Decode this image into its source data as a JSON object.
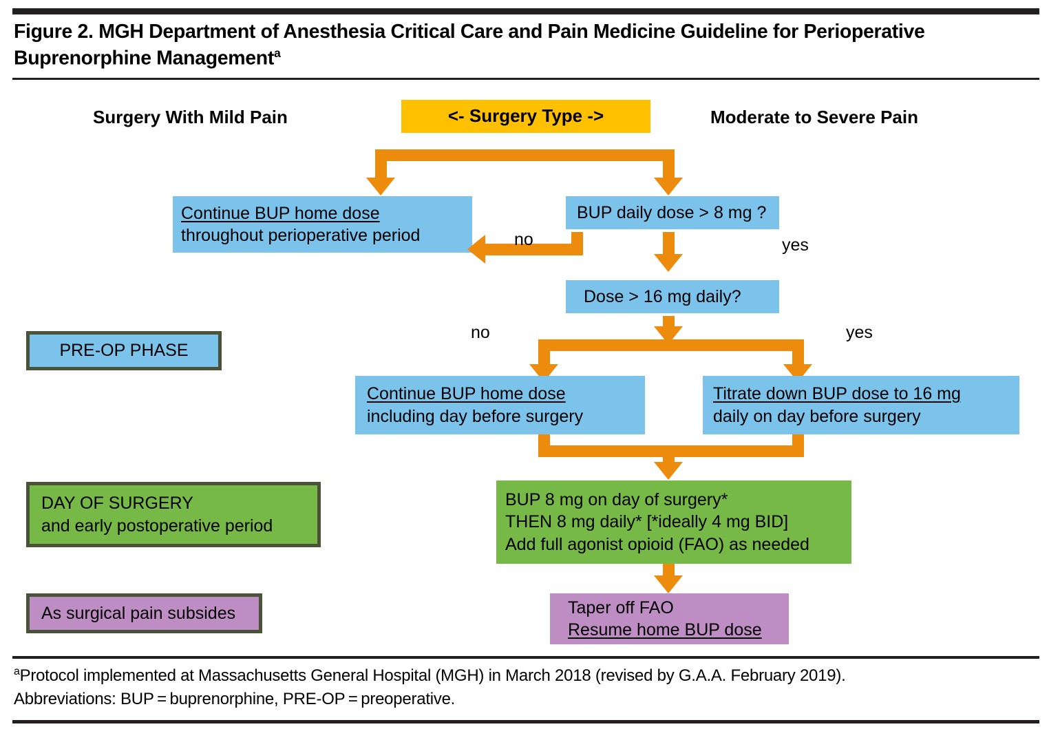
{
  "figure": {
    "title_line1": "Figure 2. MGH Department of Anesthesia Critical Care and Pain Medicine Guideline for",
    "title_line2": "Perioperative Buprenorphine Management",
    "title_superscript": "a"
  },
  "headers": {
    "left": "Surgery With Mild Pain",
    "right": "Moderate to Severe Pain"
  },
  "nodes": {
    "surgery_type": {
      "label": "<- Surgery Type ->",
      "color": "#FFC000"
    },
    "continue_perioperative": {
      "line1": "Continue BUP home dose",
      "line2": "throughout perioperative period",
      "color": "#7CC3EC"
    },
    "dose_gt_8": {
      "label": "BUP daily dose > 8 mg ?",
      "color": "#7CC3EC"
    },
    "dose_gt_16": {
      "label": "Dose > 16 mg daily?",
      "color": "#7CC3EC"
    },
    "continue_daybefore": {
      "line1": "Continue BUP home dose",
      "line2": "including day before surgery",
      "color": "#7CC3EC"
    },
    "titrate_down": {
      "line1": "Titrate down BUP dose to 16 mg",
      "line2": "daily on day before surgery",
      "color": "#7CC3EC"
    },
    "day_of_surgery": {
      "line1": "BUP 8 mg on day of surgery*",
      "line2": "THEN 8 mg daily* [*ideally 4 mg BID]",
      "line3": "Add full agonist opioid (FAO) as needed",
      "color": "#76B947"
    },
    "taper_off": {
      "line1": "Taper off FAO",
      "line2": "Resume home BUP dose",
      "color": "#BE8DC4"
    }
  },
  "branch_labels": {
    "no_1": "no",
    "yes_1": "yes",
    "no_2": "no",
    "yes_2": "yes"
  },
  "legend": {
    "preop": {
      "label": "PRE-OP PHASE",
      "color": "#7CC3EC"
    },
    "day_of_surgery": {
      "line1": "DAY OF SURGERY",
      "line2": "and early postoperative period",
      "color": "#76B947"
    },
    "pain_subsides": {
      "label": "As surgical pain subsides",
      "color": "#BE8DC4"
    },
    "border_color": "#4A5239"
  },
  "footnote": {
    "superscript": "a",
    "line1": "Protocol implemented at Massachusetts General Hospital (MGH) in March 2018 (revised by G.A.A. February 2019).",
    "line2": "Abbreviations: BUP = buprenorphine, PRE-OP = preoperative."
  },
  "colors": {
    "connector_orange": "#ED8B0C",
    "rule_black": "#231f20"
  }
}
